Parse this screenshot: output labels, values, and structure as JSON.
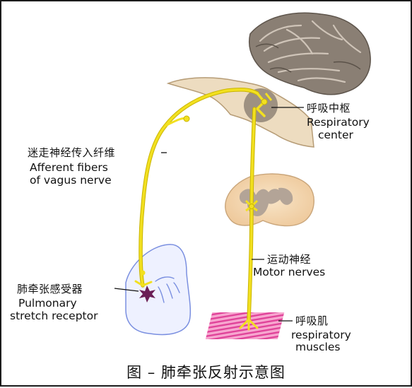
{
  "labels": {
    "respiratory_center_zh": "呼吸中枢",
    "respiratory_center_en_1": "Respiratory",
    "respiratory_center_en_2": "center",
    "afferent_zh": "迷走神经传入纤维",
    "afferent_en_1": "Afferent fibers",
    "afferent_en_2": "of vagus nerve",
    "receptor_zh": "肺牵张感受器",
    "receptor_en_1": "Pulmonary",
    "receptor_en_2": "stretch receptor",
    "motor_zh": "运动神经",
    "motor_en": "Motor nerves",
    "muscles_zh": "呼吸肌",
    "muscles_en_1": "respiratory",
    "muscles_en_2": "muscles"
  },
  "caption": "图 – 肺牵张反射示意图",
  "colors": {
    "nerve": "#f2e020",
    "nerve_stroke": "#c9b400",
    "brainstem": "#eddcc0",
    "cerebellum": "#8a7f74",
    "spinal_cord": "#f3d9b5",
    "lung_outline": "#7a8fe0",
    "lung_fill": "#eef1ff",
    "muscle": "#e0449a",
    "receptor": "#6b1f55"
  }
}
